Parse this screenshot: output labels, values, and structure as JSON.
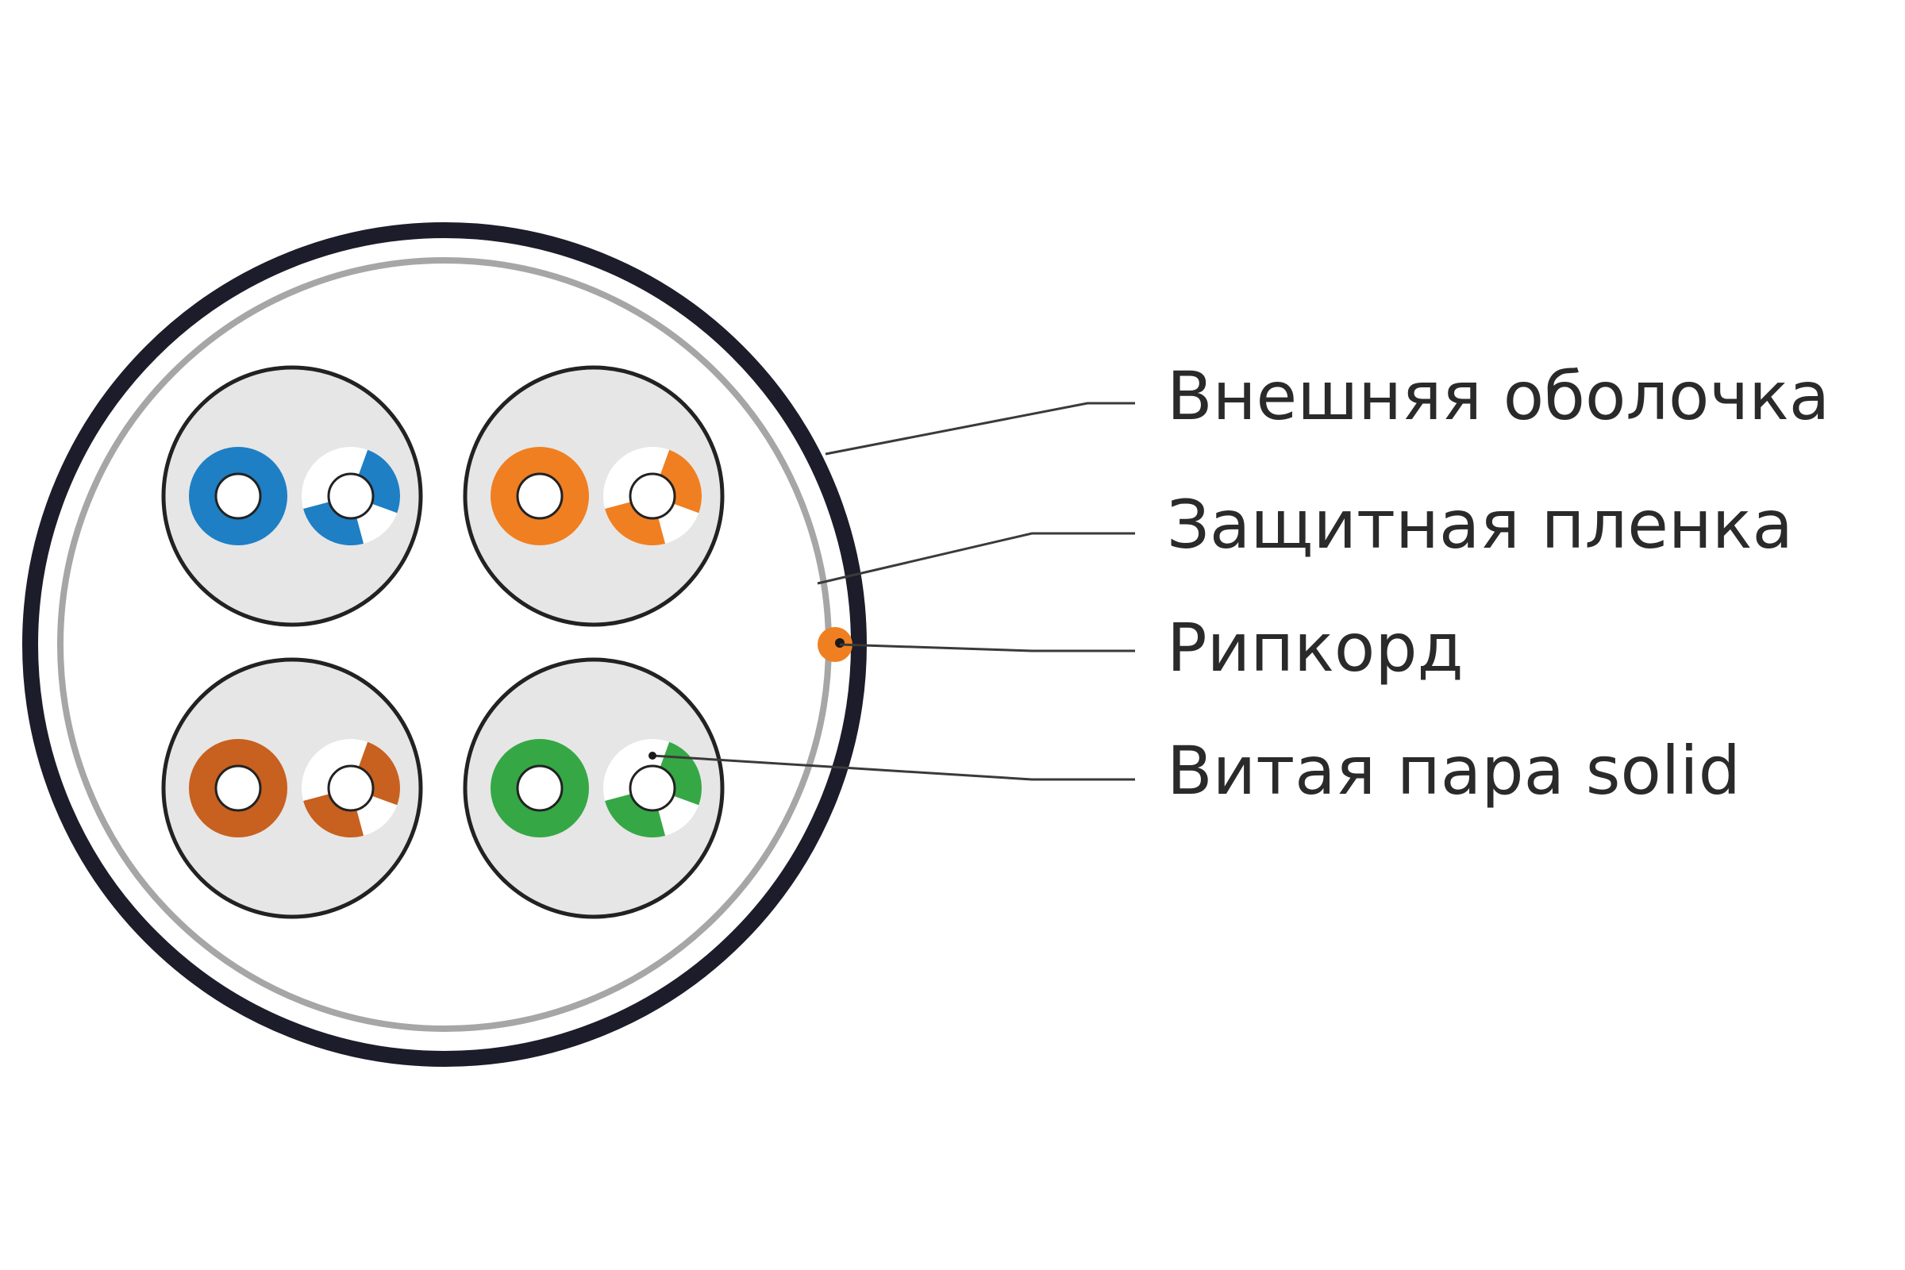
{
  "labels": {
    "outer_jacket": "Внешняя оболочка",
    "shield_film": "Защитная пленка",
    "ripcord": "Рипкорд",
    "twisted_pair": "Витая пара solid"
  },
  "colors": {
    "jacket": "#1c1c2a",
    "shield": "#a6a6a6",
    "pair_fill": "#e6e6e6",
    "pair_outline": "#222222",
    "ripcord": "#f07f22",
    "pair_blue": "#1e7fc4",
    "pair_orange": "#f07f22",
    "pair_brown": "#c8601f",
    "pair_green": "#35a845"
  },
  "pairs": [
    {
      "name": "blue-pair",
      "color": "pair_blue"
    },
    {
      "name": "orange-pair",
      "color": "pair_orange"
    },
    {
      "name": "brown-pair",
      "color": "pair_brown"
    },
    {
      "name": "green-pair",
      "color": "pair_green"
    }
  ]
}
